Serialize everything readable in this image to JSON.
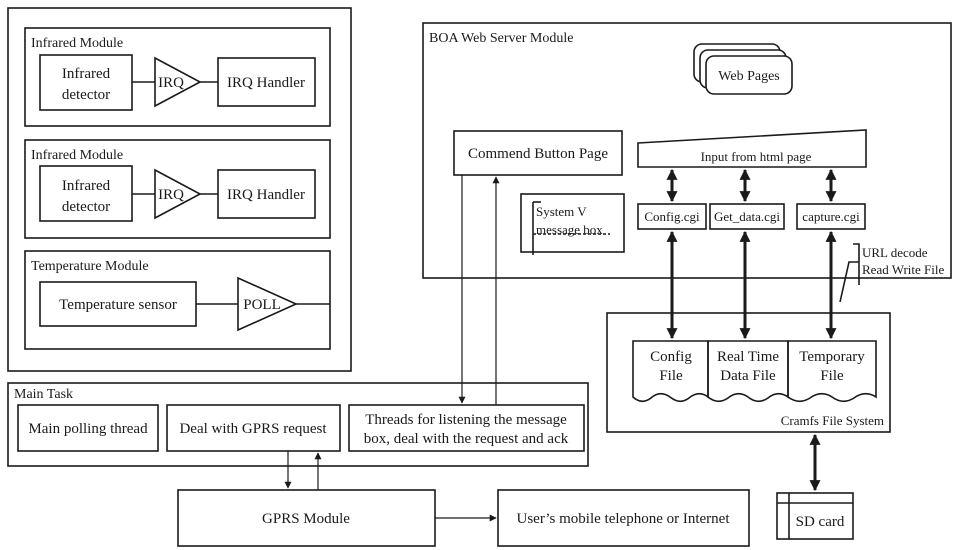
{
  "sensors_panel": {
    "infrared_1": {
      "title": "Infrared Module",
      "detector": [
        "Infrared",
        "detector"
      ],
      "irq": "IRQ",
      "handler": "IRQ Handler"
    },
    "infrared_2": {
      "title": "Infrared Module",
      "detector": [
        "Infrared",
        "detector"
      ],
      "irq": "IRQ",
      "handler": "IRQ Handler"
    },
    "temperature": {
      "title": "Temperature Module",
      "sensor": "Temperature sensor",
      "poll": "POLL"
    }
  },
  "main_task": {
    "title": "Main Task",
    "polling_thread": "Main polling thread",
    "gprs_request": "Deal with GPRS request",
    "threads": [
      "Threads for listening the message",
      "box, deal with the request and ack"
    ]
  },
  "gprs_module": "GPRS Module",
  "user_endpoint": "User’s mobile telephone or Internet",
  "sd_card": "SD card",
  "boa": {
    "title": "BOA Web Server Module",
    "web_pages": "Web Pages",
    "command_page": "Commend Button Page",
    "input": "Input from html page",
    "message_box": [
      "System V",
      "message box"
    ],
    "cgis": [
      "Config.cgi",
      "Get_data.cgi",
      "capture.cgi"
    ],
    "note": [
      "URL decode",
      "Read Write File"
    ]
  },
  "cramfs": {
    "title": "Cramfs File System",
    "files": [
      {
        "lines": [
          "Config",
          "File"
        ]
      },
      {
        "lines": [
          "Real Time",
          "Data File"
        ]
      },
      {
        "lines": [
          "Temporary",
          "File"
        ]
      }
    ]
  }
}
